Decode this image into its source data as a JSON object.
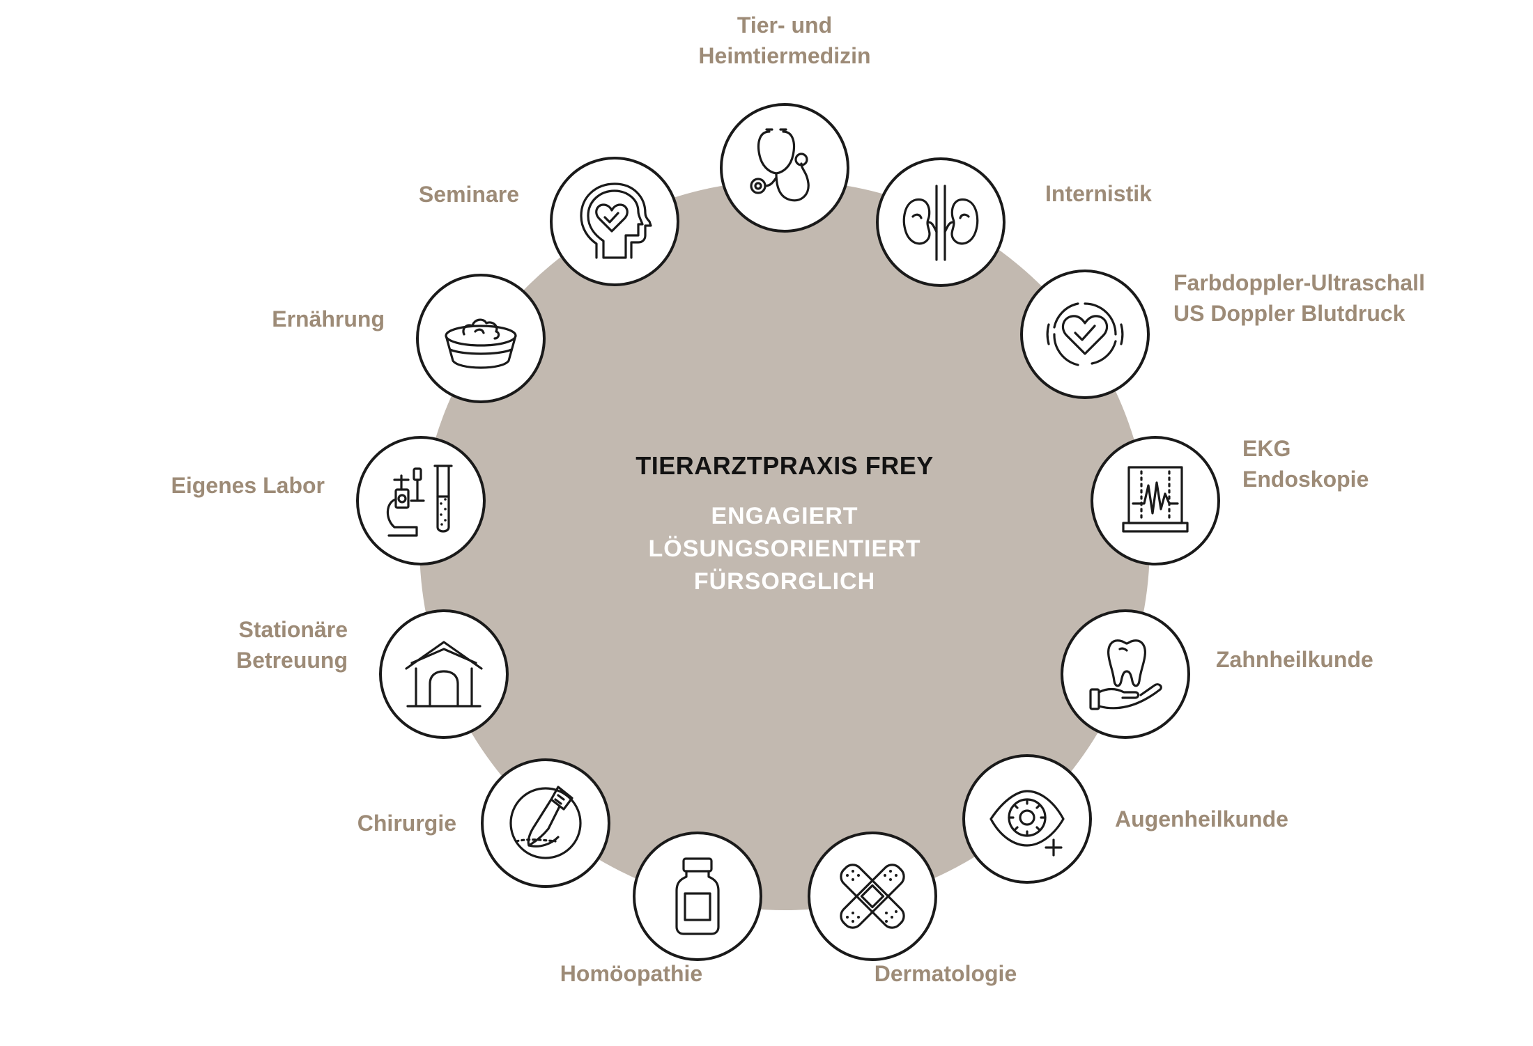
{
  "center": {
    "title": "TIERARZTPRAXIS FREY",
    "lines": [
      "ENGAGIERT",
      "LÖSUNGSORIENTIERT",
      "FÜRSORGLICH"
    ]
  },
  "colors": {
    "ring": "#c2b9b0",
    "label": "#9d8b77",
    "title": "#121212",
    "icon_stroke": "#1a1a1a"
  },
  "services": [
    {
      "id": "tier-heimtiermedizin",
      "icon": "stethoscope-icon",
      "label": [
        "Tier- und",
        "Heimtiermedizin"
      ]
    },
    {
      "id": "internistik",
      "icon": "kidneys-icon",
      "label": [
        "Internistik"
      ]
    },
    {
      "id": "farbdoppler",
      "icon": "heart-ultrasound-icon",
      "label": [
        "Farbdoppler-Ultraschall",
        "US Doppler Blutdruck"
      ]
    },
    {
      "id": "ekg",
      "icon": "ecg-monitor-icon",
      "label": [
        "EKG",
        "Endoskopie"
      ]
    },
    {
      "id": "zahnheilkunde",
      "icon": "tooth-hand-icon",
      "label": [
        "Zahnheilkunde"
      ]
    },
    {
      "id": "augenheilkunde",
      "icon": "eye-plus-icon",
      "label": [
        "Augenheilkunde"
      ]
    },
    {
      "id": "dermatologie",
      "icon": "bandage-icon",
      "label": [
        "Dermatologie"
      ]
    },
    {
      "id": "homoeopathie",
      "icon": "medicine-bottle-icon",
      "label": [
        "Homöopathie"
      ]
    },
    {
      "id": "chirurgie",
      "icon": "scalpel-icon",
      "label": [
        "Chirurgie"
      ]
    },
    {
      "id": "stationaere-betreuung",
      "icon": "doghouse-icon",
      "label": [
        "Stationäre",
        "Betreuung"
      ]
    },
    {
      "id": "eigenes-labor",
      "icon": "microscope-icon",
      "label": [
        "Eigenes Labor"
      ]
    },
    {
      "id": "ernaehrung",
      "icon": "food-bowl-icon",
      "label": [
        "Ernährung"
      ]
    },
    {
      "id": "seminare",
      "icon": "head-heart-icon",
      "label": [
        "Seminare"
      ]
    }
  ]
}
